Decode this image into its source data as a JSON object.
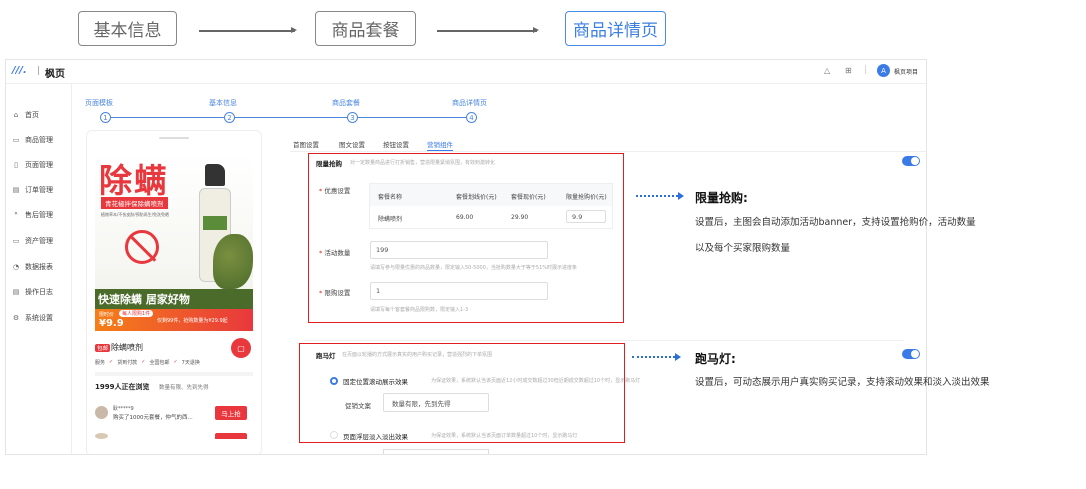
{
  "steps_top": [
    "基本信息",
    "商品套餐",
    "商品详情页"
  ],
  "header": {
    "logo": "枫页",
    "user": "枫页项目",
    "avatar_letter": "A"
  },
  "sidebar": [
    "首页",
    "商品管理",
    "页面管理",
    "订单管理",
    "售后管理",
    "资产管理",
    "数据报表",
    "操作日志",
    "系统设置"
  ],
  "sidebar_icons": [
    "home-icon",
    "box-icon",
    "page-icon",
    "order-icon",
    "aftersale-icon",
    "asset-icon",
    "report-icon",
    "log-icon",
    "settings-icon"
  ],
  "stepper": [
    "页面模板",
    "基本信息",
    "商品套餐",
    "商品详情页"
  ],
  "stepper_nums": [
    "1",
    "2",
    "3",
    "4"
  ],
  "tabs": [
    "首图设置",
    "图文设置",
    "按钮设置",
    "营销组件"
  ],
  "phone": {
    "title": "除螨",
    "subtitle": "青花椒拌保除螨喷剂",
    "small_text": "植物草本/不伤皮肤/预防再生/免洗免晒",
    "banner": "快速除螨 居家好物",
    "promo_tag": "限时价",
    "promo_label": "每人限购1件",
    "price": "¥9.9",
    "promo_right": "仅剩99件，抢购数量为¥29.9起",
    "product_badge": "包邮",
    "product_name": "除螨喷剂",
    "services": [
      "服务",
      "货到付款",
      "全国包邮",
      "7天退换"
    ],
    "buyers_headline": "1999人正在浏览",
    "buyers_sub": "数量有限、先到先得",
    "buyer_name": "耿*****9",
    "buyer_action": "购买了1000元套餐，仲气的西...",
    "buy_button": "马上抢"
  },
  "limited": {
    "title": "限量抢购",
    "desc": "对一定数量商品进行打折销售，营造限量紧俏氛围，有效刺激转化",
    "offer_label": "优惠设置",
    "columns": [
      "套餐名称",
      "套餐划线价(元)",
      "套餐现价(元)",
      "限量抢购价(元)"
    ],
    "row": [
      "除螨喷剂",
      "69.00",
      "29.90",
      "9.9"
    ],
    "qty_label": "活动数量",
    "qty_value": "199",
    "qty_hint": "请填写参与限量优惠的商品数量，限定输入50-5000，当抢购数量大于等于51%时展示进度条",
    "limit_label": "限购设置",
    "limit_value": "1",
    "limit_hint": "请填写每个客套餐商品限购数，限定输入1-3"
  },
  "marquee": {
    "title": "跑马灯",
    "desc": "在页面以轮播的方式展示真实的用户购买记录，营造强烈的下单氛围",
    "option1": "固定位置滚动展示效果",
    "option1_hint": "为保证效果，系统默认当该页面近12小时成交数超过30但近期成交数超过10个时，显示跑马灯",
    "copy_label": "促销文案",
    "copy_value": "数量有限，先到先得",
    "option2": "页面浮层淡入淡出效果",
    "option2_hint": "为保证效果，系统默认当该页面订单数量超过10个时，显示跑马灯"
  },
  "annotations": {
    "limited_title": "限量抢购:",
    "limited_line1": "设置后，主图会自动添加活动banner，支持设置抢购价，活动数量",
    "limited_line2": "以及每个买家限购数量",
    "marquee_title": "跑马灯:",
    "marquee_line1": "设置后，可动态展示用户真实购买记录，支持滚动效果和淡入淡出效果"
  },
  "colors": {
    "accent": "#3a7be8",
    "red": "#e02020",
    "brand_red": "#e8383d"
  }
}
